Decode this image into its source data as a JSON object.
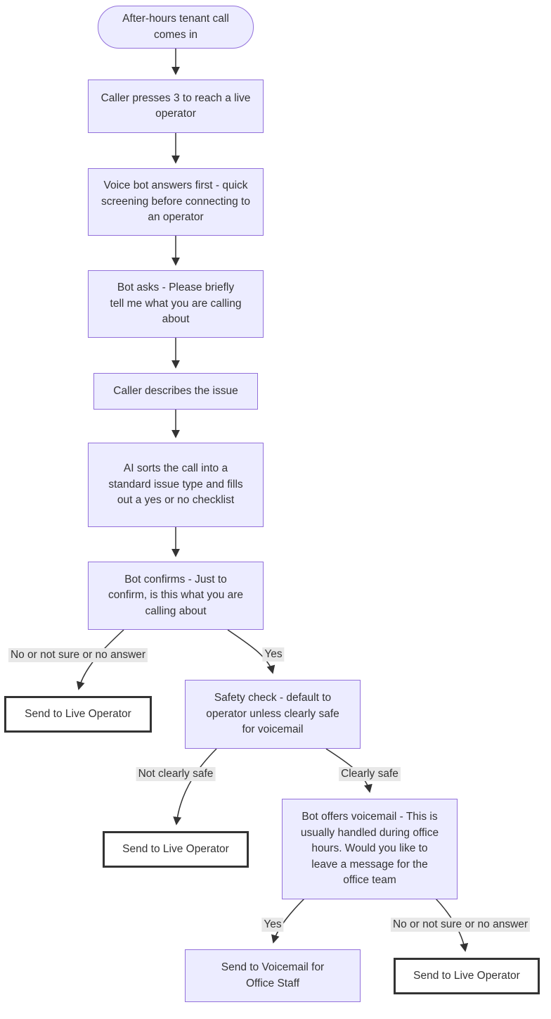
{
  "diagram": {
    "type": "flowchart",
    "nodes": {
      "start": {
        "shape": "stadium",
        "label": "After-hours tenant call comes in"
      },
      "press3": {
        "shape": "process",
        "label": "Caller presses 3 to reach a live operator"
      },
      "botAnswers": {
        "shape": "process",
        "label": "Voice bot answers first - quick screening before connecting to an operator"
      },
      "botAsks": {
        "shape": "process",
        "label": "Bot asks - Please briefly tell me what you are calling about"
      },
      "callerDescribes": {
        "shape": "process",
        "label": "Caller describes the issue"
      },
      "aiSorts": {
        "shape": "process",
        "label": "AI sorts the call into a standard issue type and fills out a yes or no checklist"
      },
      "botConfirms": {
        "shape": "process",
        "label": "Bot confirms - Just to confirm, is this what you are calling about"
      },
      "operator1": {
        "shape": "terminal",
        "label": "Send to Live Operator"
      },
      "safetyCheck": {
        "shape": "process",
        "label": "Safety check - default to operator unless clearly safe for voicemail"
      },
      "operator2": {
        "shape": "terminal",
        "label": "Send to Live Operator"
      },
      "botOffersVoicemail": {
        "shape": "process",
        "label": "Bot offers voicemail - This is usually handled during office hours. Would you like to leave a message for the office team"
      },
      "voicemailStaff": {
        "shape": "process",
        "label": "Send to Voicemail for Office Staff"
      },
      "operator3": {
        "shape": "terminal",
        "label": "Send to Live Operator"
      }
    },
    "edge_labels": {
      "no1": "No or not sure or no answer",
      "yes1": "Yes",
      "notClearlySafe": "Not clearly safe",
      "clearlySafe": "Clearly safe",
      "yes2": "Yes",
      "no2": "No or not sure or no answer"
    },
    "edges": [
      {
        "from": "start",
        "to": "press3",
        "label": ""
      },
      {
        "from": "press3",
        "to": "botAnswers",
        "label": ""
      },
      {
        "from": "botAnswers",
        "to": "botAsks",
        "label": ""
      },
      {
        "from": "botAsks",
        "to": "callerDescribes",
        "label": ""
      },
      {
        "from": "callerDescribes",
        "to": "aiSorts",
        "label": ""
      },
      {
        "from": "aiSorts",
        "to": "botConfirms",
        "label": ""
      },
      {
        "from": "botConfirms",
        "to": "operator1",
        "label": "No or not sure or no answer"
      },
      {
        "from": "botConfirms",
        "to": "safetyCheck",
        "label": "Yes"
      },
      {
        "from": "safetyCheck",
        "to": "operator2",
        "label": "Not clearly safe"
      },
      {
        "from": "safetyCheck",
        "to": "botOffersVoicemail",
        "label": "Clearly safe"
      },
      {
        "from": "botOffersVoicemail",
        "to": "voicemailStaff",
        "label": "Yes"
      },
      {
        "from": "botOffersVoicemail",
        "to": "operator3",
        "label": "No or not sure or no answer"
      }
    ],
    "colors": {
      "node_fill": "#ECECFF",
      "node_border": "#9370DB",
      "terminal_fill": "#ffffff",
      "terminal_border": "#333333",
      "edge": "#333333",
      "edge_label_bg": "#e8e8e8",
      "text": "#333333"
    }
  }
}
